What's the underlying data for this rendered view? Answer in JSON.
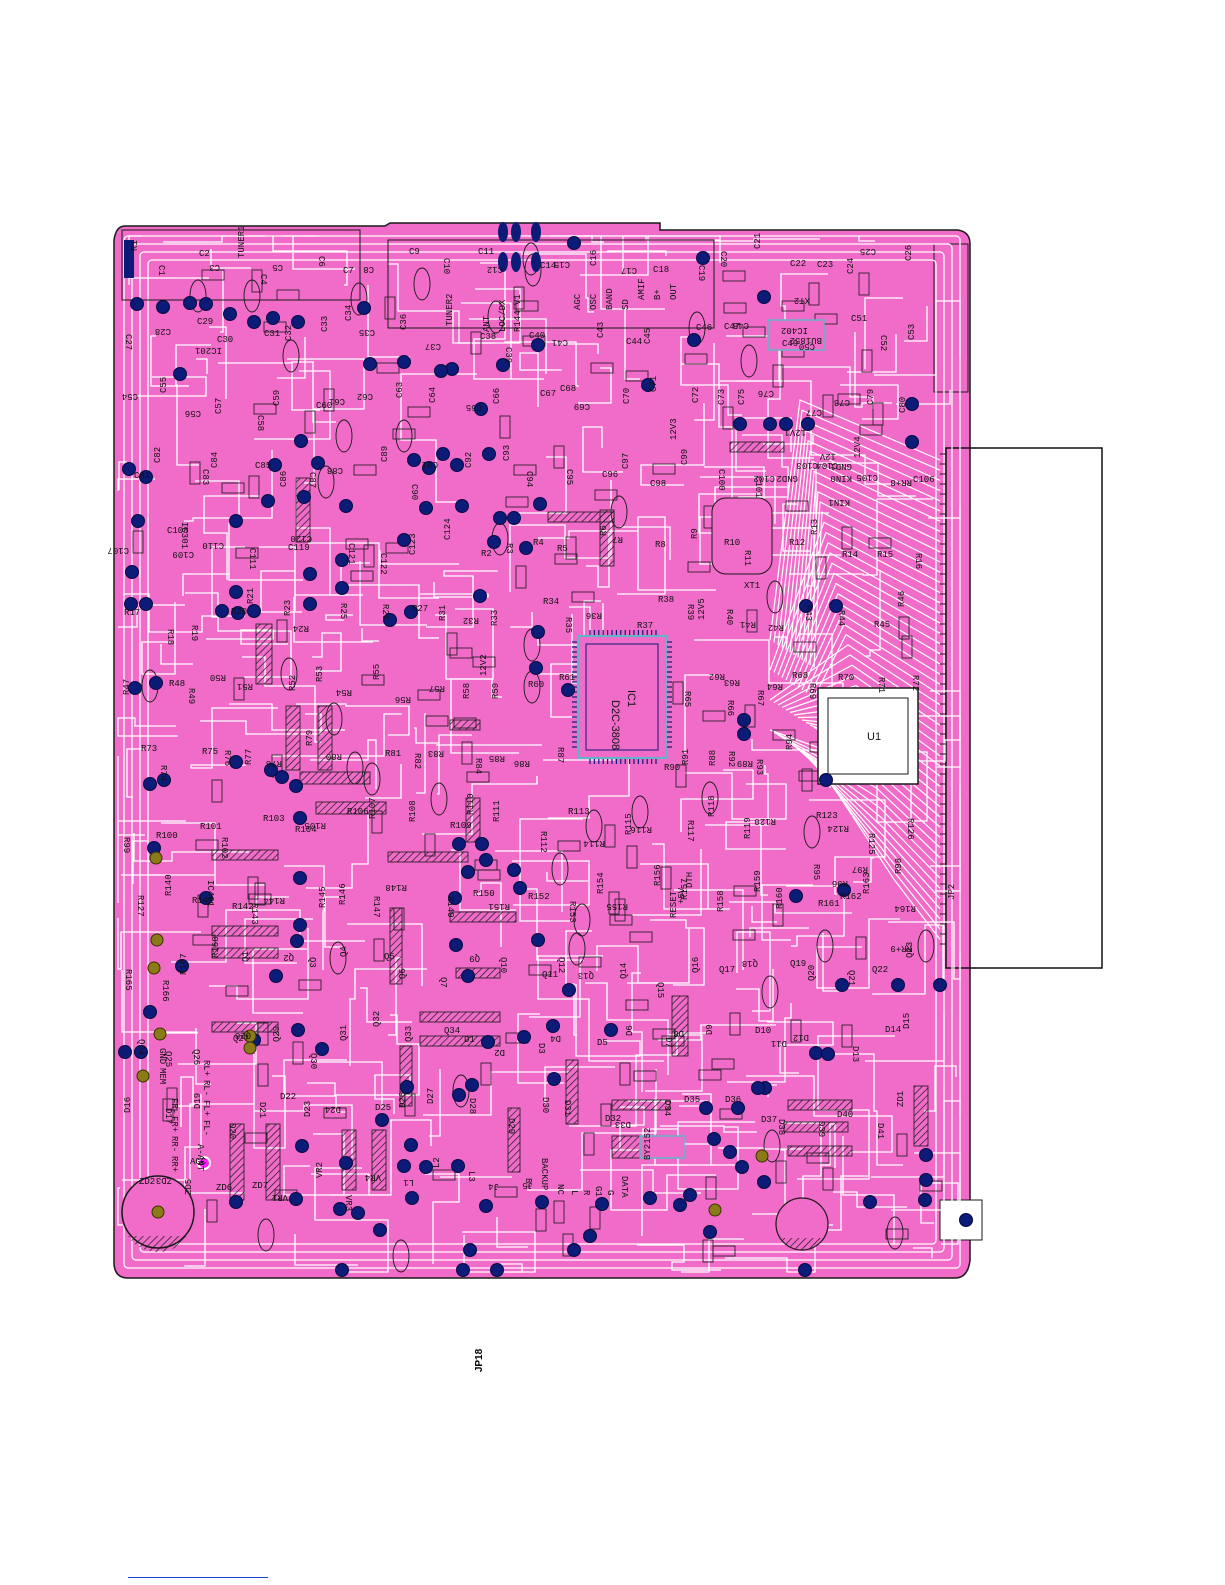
{
  "board": {
    "colors": {
      "substrate": "#f06cc8",
      "trace": "#ffffff",
      "outline": "#1a1a1a",
      "pad": "#0c1a78",
      "pad_ring": "#0a0a40",
      "gold_pad": "#8a7a18",
      "ic_frame": "#5fb6c8",
      "magenta_pad": "#ff20ff"
    },
    "tuners": [
      "TUNER1",
      "TUNER2"
    ],
    "main_ic": [
      "IC1",
      "D2C-3808"
    ],
    "ic_chip2": "U1",
    "ic_chip3": [
      "IC402",
      "BU1852"
    ],
    "ic_chip4": [
      "IC201"
    ],
    "ic_chip5": [
      "IC301"
    ],
    "ic_chip6": [
      "IC401"
    ],
    "ic_chip7": [
      "BY2152"
    ],
    "connector_label": "JP2",
    "bottom_label": "JP18",
    "tuner2_pins": [
      "ANT",
      "LOC/DX",
      "R144 V1",
      "AGC",
      "OSC",
      "BAND",
      "SD",
      "B+",
      "AMIF",
      "OUT"
    ],
    "power_labels": [
      "12V",
      "GND1",
      "12V4",
      "KIN0",
      "KIN1",
      "GND2",
      "12V1",
      "12V3",
      "12V5",
      "12V2"
    ],
    "left_pins": [
      "GND",
      "MEM",
      "FR-",
      "FR+",
      "RR-",
      "RR+",
      "ACC",
      "A-ANT",
      "RL+",
      "RL-",
      "FL+",
      "FL-"
    ],
    "bottom_pins": [
      "B+",
      "BACKUP",
      "NC",
      "L",
      "R",
      "G1",
      "G",
      "DATA"
    ],
    "misc_labels": [
      "RR+8",
      "RR+9",
      "DTH",
      "RESET",
      "+5V",
      "XT1",
      "XT2"
    ],
    "components": [
      "R1",
      "C1",
      "C2",
      "C3",
      "C4",
      "C5",
      "C6",
      "C7",
      "C8",
      "C9",
      "C10",
      "C11",
      "C12",
      "C14",
      "C15",
      "C16",
      "C17",
      "C18",
      "C19",
      "C20",
      "C21",
      "C22",
      "C23",
      "C24",
      "C25",
      "C26",
      "C27",
      "C28",
      "C29",
      "C30",
      "C31",
      "C32",
      "C33",
      "C34",
      "C35",
      "C36",
      "C37",
      "C38",
      "C39",
      "C40",
      "C41",
      "C43",
      "C44",
      "C45",
      "C46",
      "C47",
      "C48",
      "C49",
      "C50",
      "C51",
      "C52",
      "C53",
      "C54",
      "C55",
      "C56",
      "C57",
      "C58",
      "C59",
      "C60",
      "C61",
      "C62",
      "C63",
      "C64",
      "C65",
      "C66",
      "C67",
      "C68",
      "C69",
      "C70",
      "C71",
      "C72",
      "C73",
      "C75",
      "C76",
      "C77",
      "C78",
      "C79",
      "C80",
      "C81",
      "C82",
      "C83",
      "C84",
      "C85",
      "C86",
      "C87",
      "C88",
      "C89",
      "C90",
      "C91",
      "C92",
      "C93",
      "C94",
      "C95",
      "C96",
      "C97",
      "C98",
      "C99",
      "C100",
      "C101",
      "C102",
      "C103",
      "C104",
      "C105",
      "C106",
      "C107",
      "C108",
      "C109",
      "C110",
      "C111",
      "C119",
      "C120",
      "C121",
      "C122",
      "C123",
      "C124",
      "R2",
      "R3",
      "R4",
      "R5",
      "R6",
      "R7",
      "R8",
      "R9",
      "R10",
      "R11",
      "R12",
      "R13",
      "R14",
      "R15",
      "R16",
      "R17",
      "R18",
      "R19",
      "R20",
      "R21",
      "R23",
      "R24",
      "R25",
      "R26",
      "R27",
      "R31",
      "R32",
      "R33",
      "R34",
      "R35",
      "R36",
      "R37",
      "R38",
      "R39",
      "R40",
      "R41",
      "R42",
      "R43",
      "R44",
      "R45",
      "R46",
      "R47",
      "R48",
      "R49",
      "R50",
      "R51",
      "R52",
      "R53",
      "R54",
      "R55",
      "R56",
      "R57",
      "R58",
      "R59",
      "R60",
      "R61",
      "R62",
      "R63",
      "R64",
      "R65",
      "R66",
      "R67",
      "R68",
      "R69",
      "R70",
      "R71",
      "R72",
      "R73",
      "R74",
      "R75",
      "R76",
      "R77",
      "R78",
      "R79",
      "R80",
      "R81",
      "R82",
      "R83",
      "R84",
      "R85",
      "R86",
      "R87",
      "R88",
      "R89",
      "R90",
      "R91",
      "R92",
      "R93",
      "R94",
      "R95",
      "R96",
      "R97",
      "R98",
      "R99",
      "R100",
      "R101",
      "R102",
      "R103",
      "R104",
      "R105",
      "R106",
      "R107",
      "R108",
      "R109",
      "R110",
      "R111",
      "R112",
      "R113",
      "R114",
      "R115",
      "R116",
      "R117",
      "R118",
      "R119",
      "R120",
      "R123",
      "R124",
      "R125",
      "R126",
      "R127",
      "R140",
      "R141",
      "R142",
      "R143",
      "R144",
      "R145",
      "R146",
      "R147",
      "R148",
      "R149",
      "R150",
      "R151",
      "R152",
      "R153",
      "R154",
      "R155",
      "R156",
      "R157",
      "R158",
      "R159",
      "R160",
      "R161",
      "R162",
      "R163",
      "R164",
      "R165",
      "R166",
      "R167",
      "R168",
      "Q1",
      "Q2",
      "Q3",
      "Q4",
      "Q5",
      "Q6",
      "Q7",
      "Q9",
      "Q10",
      "Q11",
      "Q12",
      "Q13",
      "Q14",
      "Q15",
      "Q16",
      "Q17",
      "Q18",
      "Q19",
      "Q20",
      "Q21",
      "Q22",
      "Q23",
      "Q24",
      "Q25",
      "Q26",
      "Q27",
      "Q28",
      "Q29",
      "Q30",
      "Q31",
      "Q32",
      "Q33",
      "Q34",
      "D1",
      "D2",
      "D3",
      "D4",
      "D5",
      "D6",
      "D7",
      "D8",
      "D9",
      "D10",
      "D11",
      "D12",
      "D13",
      "D14",
      "D15",
      "D16",
      "D17",
      "D19",
      "D20",
      "D21",
      "D22",
      "D23",
      "D24",
      "D25",
      "D26",
      "D27",
      "D28",
      "D29",
      "D30",
      "D31",
      "D32",
      "D33",
      "D34",
      "D35",
      "D36",
      "D37",
      "D38",
      "D39",
      "D40",
      "D41",
      "ZD1",
      "ZD2",
      "ZD3",
      "ZD5",
      "ZD6",
      "ZD7",
      "VR1",
      "VR2",
      "VR3",
      "VR4",
      "L1",
      "L2",
      "L3",
      "J4",
      "J5"
    ]
  }
}
